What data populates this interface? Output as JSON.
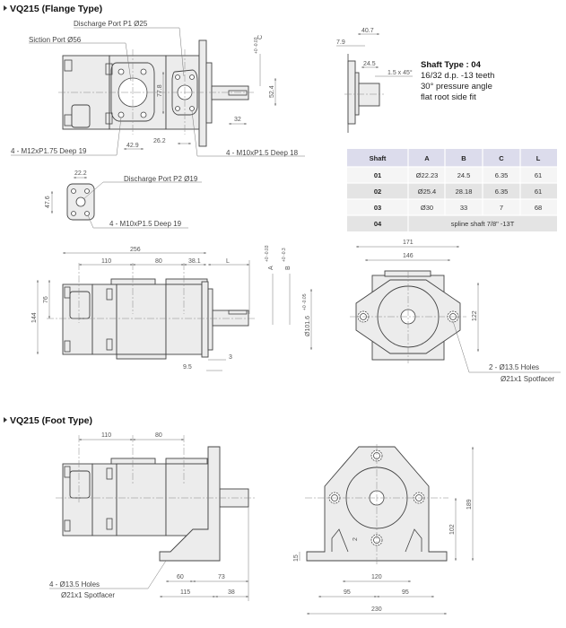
{
  "flange_section": {
    "title": "VQ215 (Flange Type)",
    "labels": {
      "discharge_p1": "Discharge Port P1 Ø25",
      "suction": "Siction Port Ø56",
      "m12_holes": "4 - M12xP1.75  Deep 19",
      "m10_holes_p1": "4 - M10xP1.5  Deep 18",
      "discharge_p2": "Discharge Port P2 Ø19",
      "m10_holes_p2": "4 - M10xP1.5  Deep 19"
    },
    "dims": {
      "d77_8": "77.8",
      "d52_4": "52.4",
      "d32": "32",
      "d42_9": "42.9",
      "d26_2": "26.2",
      "c": "C",
      "c_tol": "+0 -0.03",
      "d22_2": "22.2",
      "d47_6": "47.6",
      "d256": "256",
      "d110": "110",
      "d80": "80",
      "d38_1": "38.1",
      "l": "L",
      "a": "A",
      "a_tol": "+0 -0.03",
      "b": "B",
      "b_tol": "+0 -0.3",
      "d144": "144",
      "d76": "76",
      "d101_6": "Ø101.6",
      "d101_tol": "+0 -0.05",
      "d9_5": "9.5",
      "d3": "3",
      "d171": "171",
      "d146": "146",
      "d122": "122"
    },
    "front_labels": {
      "holes": "2 - Ø13.5 Holes",
      "spotfacer": "Ø21x1 Spotfacer"
    }
  },
  "shaft_type": {
    "dims": {
      "d40_7": "40.7",
      "d7_9": "7.9",
      "d24_5": "24.5",
      "chamfer": "1.5 x 45°"
    },
    "title": "Shaft Type : 04",
    "lines": [
      "16/32 d.p. -13 teeth",
      "30° pressure angle",
      "flat root side fit"
    ]
  },
  "shaft_table": {
    "headers": [
      "Shaft",
      "A",
      "B",
      "C",
      "L"
    ],
    "rows": [
      [
        "01",
        "Ø22.23",
        "24.5",
        "6.35",
        "61"
      ],
      [
        "02",
        "Ø25.4",
        "28.18",
        "6.35",
        "61"
      ],
      [
        "03",
        "Ø30",
        "33",
        "7",
        "68"
      ]
    ],
    "spline_row": {
      "shaft": "04",
      "desc": "spline shaft 7/8\" -13T"
    },
    "header_color": "#dcdcec"
  },
  "foot_section": {
    "title": "VQ215 (Foot Type)",
    "dims": {
      "d110": "110",
      "d80": "80",
      "d60": "60",
      "d73": "73",
      "d115": "115",
      "d38": "38",
      "d189": "189",
      "d102": "102",
      "d15": "15",
      "d2": "2",
      "d120": "120",
      "d95a": "95",
      "d95b": "95",
      "d230": "230"
    },
    "labels": {
      "holes": "4 - Ø13.5 Holes",
      "spotfacer": "Ø21x1 Spotfacer"
    }
  }
}
